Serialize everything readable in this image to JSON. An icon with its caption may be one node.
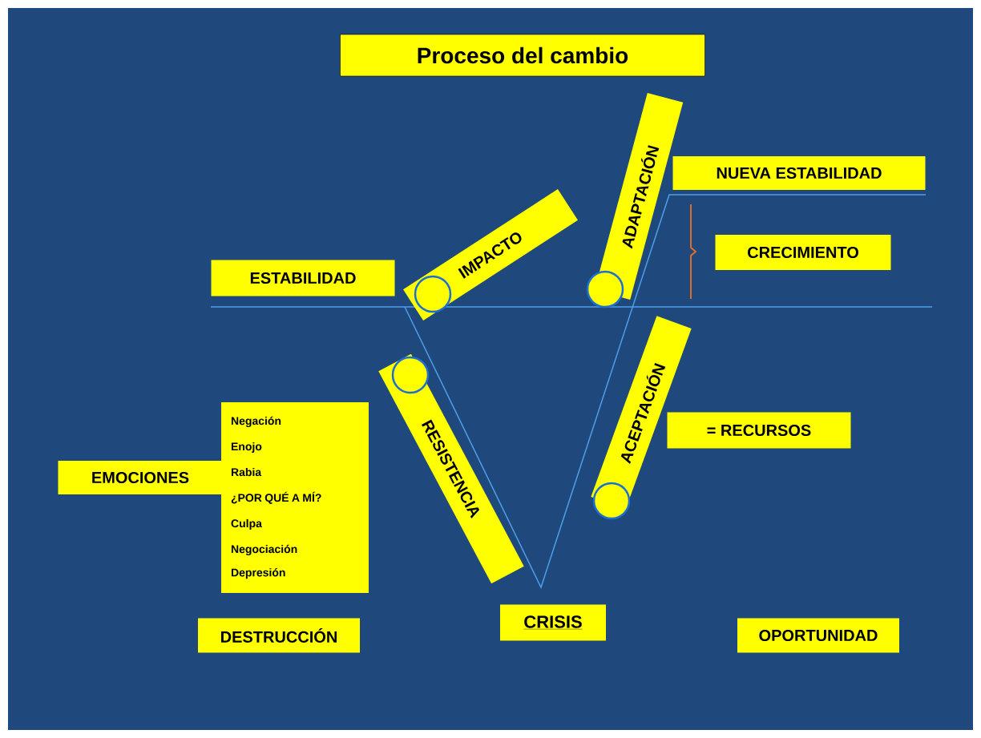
{
  "diagram": {
    "title": "Proceso del cambio",
    "nodes": [
      {
        "text": [
          "ADAPTACIÓN"
        ]
      },
      {
        "text": [
          "NUEVA  ESTABILIDAD"
        ]
      },
      {
        "text": [
          "IMPACTO"
        ]
      },
      {
        "text": [
          "CRECIMIENTO"
        ]
      },
      {
        "text": [
          "ESTABILIDAD"
        ]
      },
      {
        "text": [
          "ACEPTACIÓN"
        ]
      },
      {
        "text": [
          "RESISTENCIA"
        ]
      },
      {
        "text": [
          "Negación",
          "Enojo",
          "Rabia",
          "¿POR QUÉ A MÍ?",
          "Culpa",
          "Negociación",
          "Depresión"
        ]
      },
      {
        "text": [
          "= RECURSOS"
        ]
      },
      {
        "text": [
          "EMOCIONES"
        ]
      },
      {
        "text": [
          "CRISIS"
        ]
      },
      {
        "text": [
          "DESTRUCCIÓN"
        ]
      },
      {
        "text": [
          "OPORTUNIDAD"
        ]
      }
    ]
  }
}
